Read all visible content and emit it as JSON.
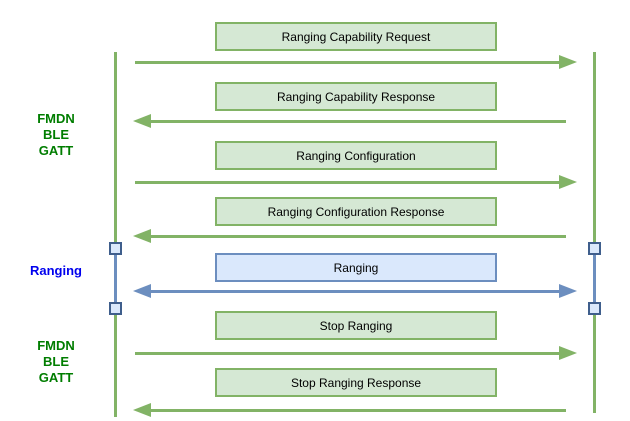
{
  "diagram": {
    "background": "#ffffff",
    "colors": {
      "green_stroke": "#82b366",
      "green_fill": "#d5e8d4",
      "blue_stroke": "#6c8ebf",
      "blue_fill": "#dae8fc",
      "activation_fill": "#dae8fc",
      "activation_border": "#3f5e8c",
      "green_label_text": "#007d00",
      "blue_label_text": "#0000ee",
      "message_text": "#000000"
    },
    "section_labels": [
      {
        "text": "FMDN\nBLE\nGATT",
        "style": "green"
      },
      {
        "text": "Ranging",
        "style": "blue"
      },
      {
        "text": "FMDN\nBLE\nGATT",
        "style": "green"
      }
    ],
    "messages": [
      {
        "label": "Ranging Capability Request",
        "direction": "right",
        "style": "green"
      },
      {
        "label": "Ranging Capability Response",
        "direction": "left",
        "style": "green"
      },
      {
        "label": "Ranging Configuration",
        "direction": "right",
        "style": "green"
      },
      {
        "label": "Ranging Configuration Response",
        "direction": "left",
        "style": "green"
      },
      {
        "label": "Ranging",
        "direction": "both",
        "style": "blue"
      },
      {
        "label": "Stop Ranging",
        "direction": "right",
        "style": "green"
      },
      {
        "label": "Stop Ranging Response",
        "direction": "left",
        "style": "green"
      }
    ],
    "lifelines": [
      {
        "name": "left"
      },
      {
        "name": "right"
      }
    ]
  }
}
